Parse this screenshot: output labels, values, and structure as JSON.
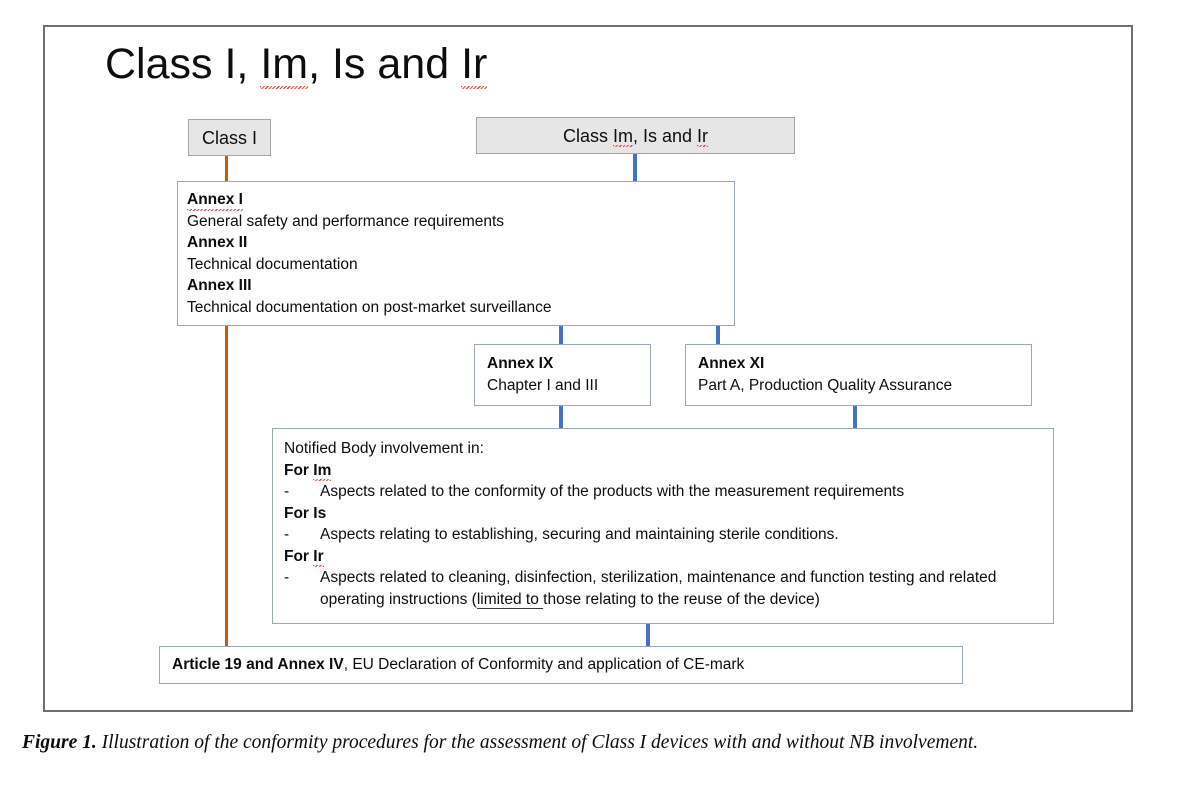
{
  "figure": {
    "title": "Class I, Im, Is and Ir",
    "title_parts": {
      "lead": "Class I, ",
      "misspelled_1": "Im",
      "middle": ", Is and ",
      "misspelled_2": "Ir"
    },
    "caption_label": "Figure 1.",
    "caption_text": " Illustration of the conformity procedures for the assessment of Class I devices with and without NB involvement."
  },
  "colors": {
    "frame_border": "#6f6f6f",
    "box_border_blue": "#9aa7bd",
    "box_fill_grey": "#e7e6e6",
    "box_border_grey": "#a5a5a5",
    "connector_orange": "#c55a11",
    "connector_blue": "#4472c4",
    "spellcheck_red": "#e8443a",
    "text": "#0d0d0d"
  },
  "nodes": {
    "class_i": {
      "label": "Class I"
    },
    "class_group": {
      "label_lead": "Class ",
      "label_misspelled_1": "Im",
      "label_middle": ", Is and ",
      "label_misspelled_2": "Ir",
      "label_full": "Class Im, Is and Ir"
    },
    "annex_main": {
      "rows": [
        {
          "heading": "Annex I",
          "heading_misspelled": true,
          "text": "General safety and performance requirements"
        },
        {
          "heading": "Annex II",
          "heading_misspelled": false,
          "text": "Technical documentation"
        },
        {
          "heading": "Annex III",
          "heading_misspelled": false,
          "text": "Technical documentation on post-market surveillance"
        }
      ]
    },
    "annex_ix": {
      "heading": "Annex IX",
      "text": "Chapter I and III"
    },
    "annex_xi": {
      "heading": "Annex XI",
      "text": "Part A, Production Quality Assurance"
    },
    "notified_body": {
      "intro": "Notified Body involvement in:",
      "groups": [
        {
          "heading_lead": "For ",
          "heading_term": "Im",
          "heading_misspelled": true,
          "heading_full": "For Im",
          "bullet_marker": "-",
          "bullet_text": "Aspects related to the conformity of the products with the measurement requirements"
        },
        {
          "heading_lead": "For ",
          "heading_term": "Is",
          "heading_misspelled": false,
          "heading_full": "For Is",
          "bullet_marker": "-",
          "bullet_text": "Aspects relating to establishing, securing and maintaining sterile conditions."
        },
        {
          "heading_lead": "For ",
          "heading_term": "Ir",
          "heading_misspelled": true,
          "heading_full": "For Ir",
          "bullet_marker": "-",
          "bullet_text_part1": "Aspects related to cleaning, disinfection, sterilization, maintenance and function testing and related operating instructions (",
          "bullet_text_grammar": "limited to ",
          "bullet_text_part2": "those relating to the reuse of the device)",
          "bullet_text_full": "Aspects related to cleaning, disinfection, sterilization, maintenance and function testing and related operating instructions (limited to those relating to the reuse of the device)"
        }
      ]
    },
    "article_19": {
      "bold_part": "Article 19 and Annex IV",
      "rest": ", EU Declaration of Conformity and application of CE-mark",
      "full": "Article 19 and Annex IV, EU Declaration of Conformity and application of CE-mark"
    }
  },
  "connectors": [
    {
      "name": "class-i-to-annex-main",
      "color": "orange",
      "from": "class_i",
      "to": "annex_main"
    },
    {
      "name": "class-i-to-article-19",
      "color": "orange",
      "from": "annex_main",
      "to": "article_19"
    },
    {
      "name": "class-group-to-annex-main",
      "color": "blue",
      "from": "class_group",
      "to": "annex_main"
    },
    {
      "name": "annex-main-to-annex-ix",
      "color": "blue",
      "from": "annex_main",
      "to": "annex_ix"
    },
    {
      "name": "annex-main-to-annex-xi",
      "color": "blue",
      "from": "annex_main",
      "to": "annex_xi"
    },
    {
      "name": "annex-ix-to-notified-body",
      "color": "blue",
      "from": "annex_ix",
      "to": "notified_body"
    },
    {
      "name": "annex-xi-to-notified-body",
      "color": "blue",
      "from": "annex_xi",
      "to": "notified_body"
    },
    {
      "name": "notified-body-to-article-19",
      "color": "blue",
      "from": "notified_body",
      "to": "article_19"
    }
  ]
}
